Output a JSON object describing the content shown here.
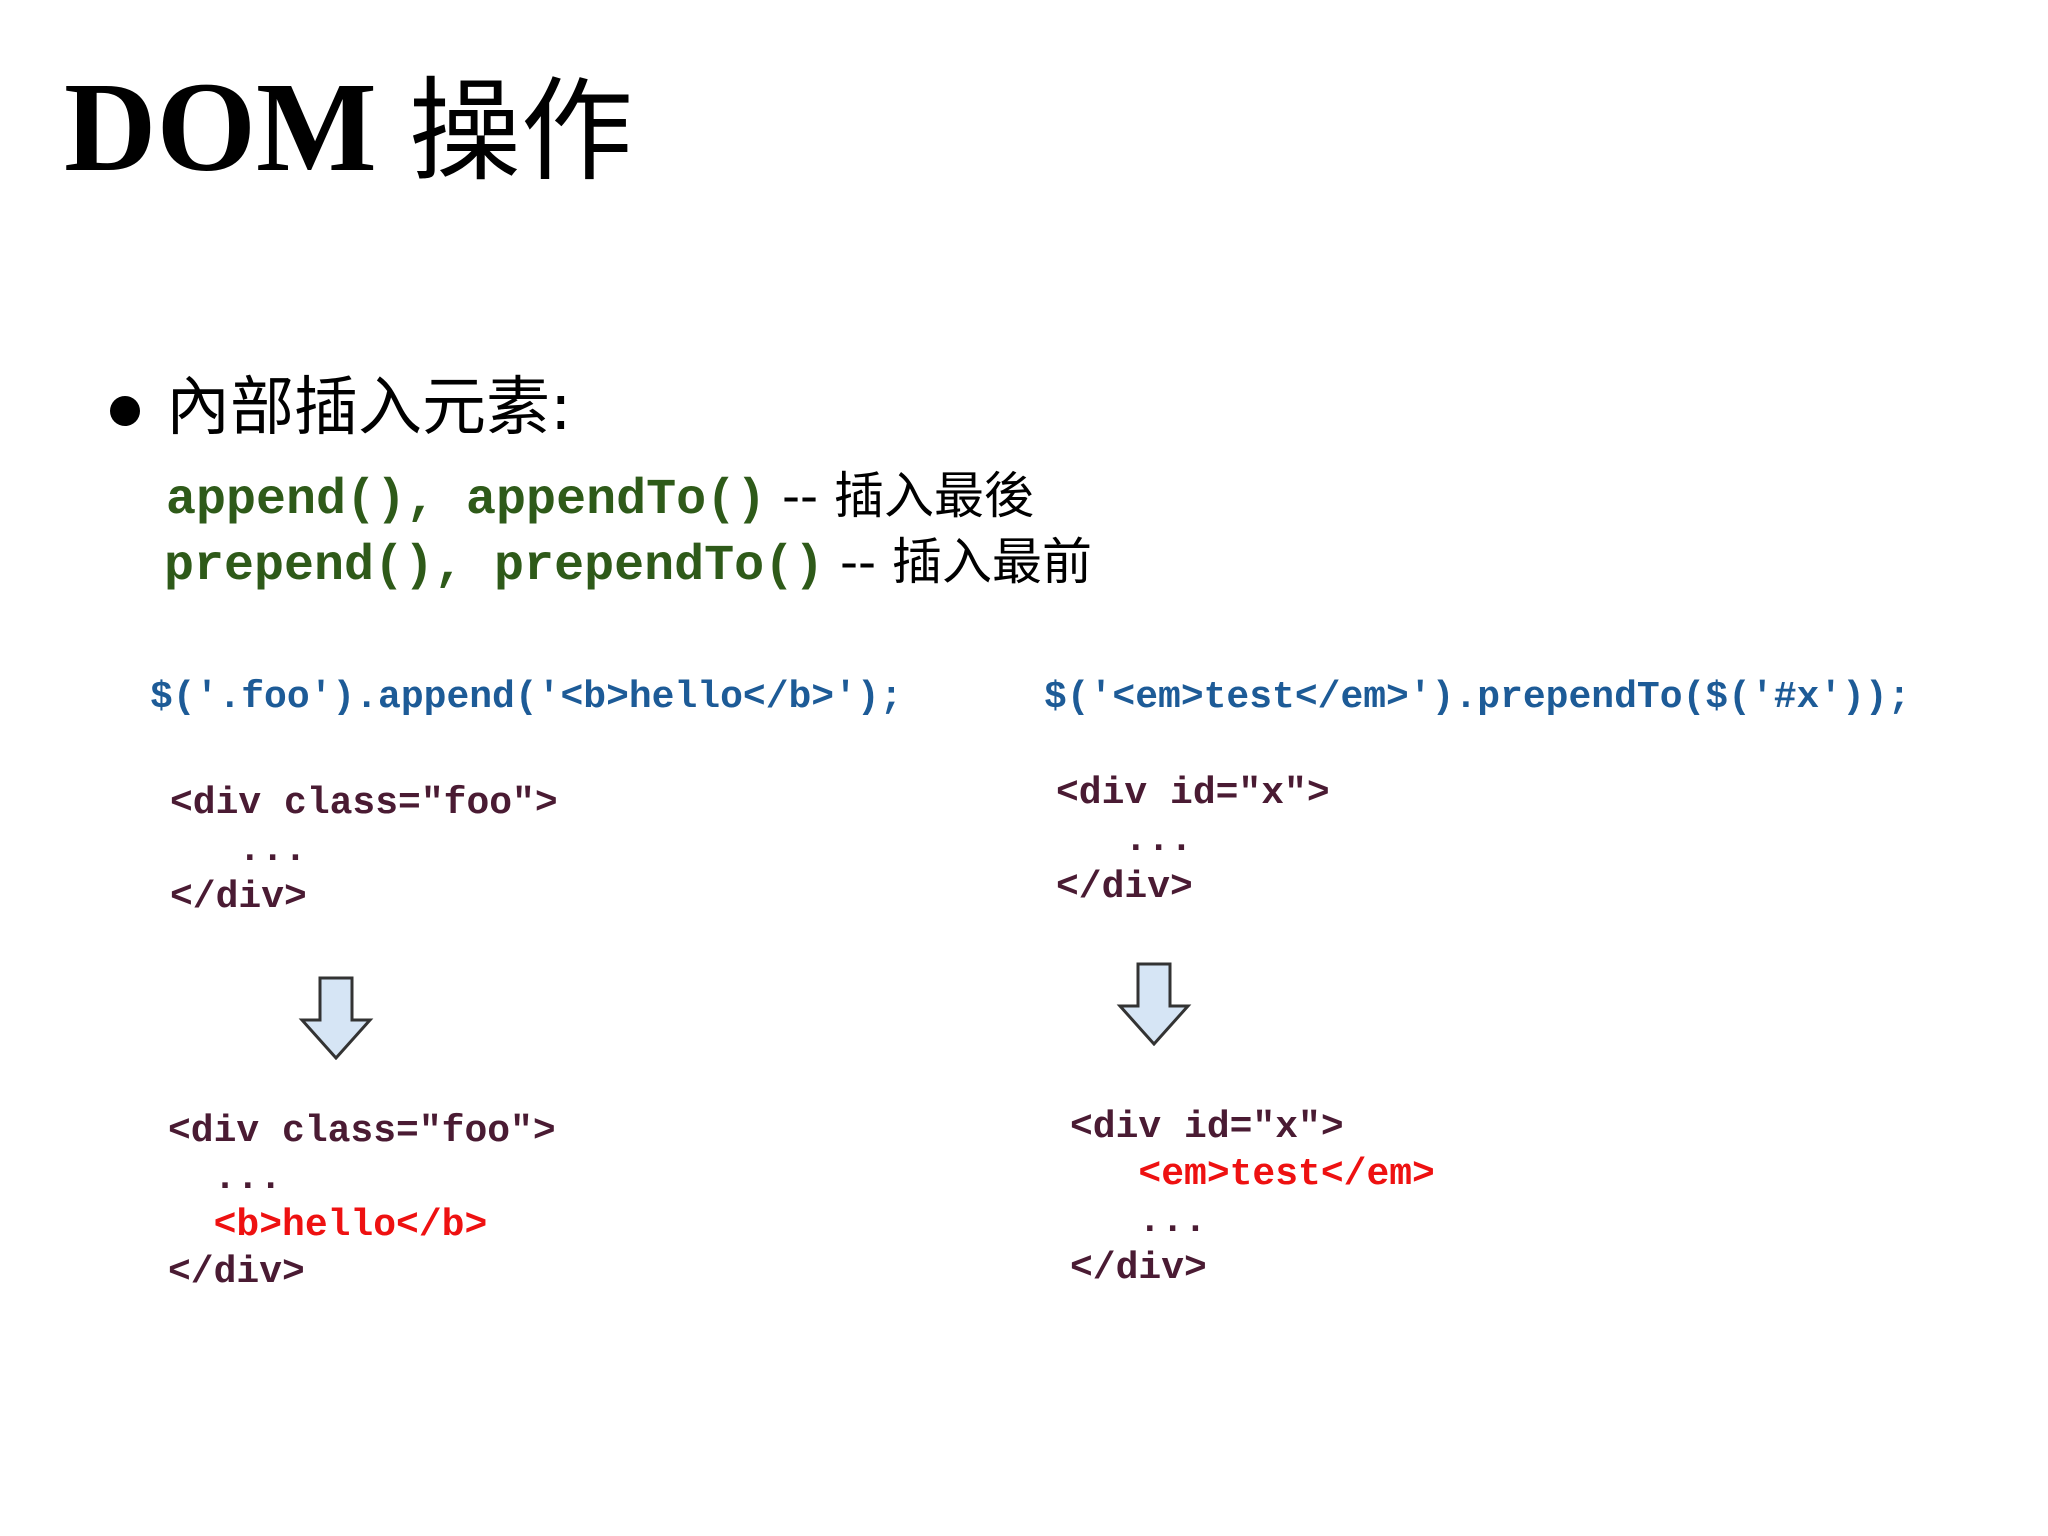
{
  "title": {
    "latin": "DOM",
    "cjk": "操作"
  },
  "bullet": {
    "text": "內部插入元素:"
  },
  "methods": [
    {
      "code": "append(), appendTo()",
      "desc": " -- 插入最後"
    },
    {
      "code": "prepend(), prependTo()",
      "desc": " -- 插入最前"
    }
  ],
  "examples": {
    "append": {
      "call": "$('.foo').append('<b>hello</b>');",
      "before": [
        "<div class=\"foo\">",
        "   ...",
        "</div>"
      ],
      "after": {
        "open": "<div class=\"foo\">",
        "dots": "  ...",
        "inserted": "  <b>hello</b>",
        "close": "</div>"
      }
    },
    "prepend": {
      "call": "$('<em>test</em>').prependTo($('#x'));",
      "before": [
        "<div id=\"x\">",
        "   ...",
        "</div>"
      ],
      "after": {
        "open": "<div id=\"x\">",
        "inserted": "   <em>test</em>",
        "dots": "   ...",
        "close": "</div>"
      }
    }
  },
  "colors": {
    "method_code": "#2e5a19",
    "jquery_call": "#1d5b97",
    "html_code": "#4a1b33",
    "inserted_code": "#ee1111",
    "arrow_fill": "#d6e5f5",
    "arrow_stroke": "#333333"
  },
  "icons": {
    "arrow": "arrow-down-icon"
  }
}
